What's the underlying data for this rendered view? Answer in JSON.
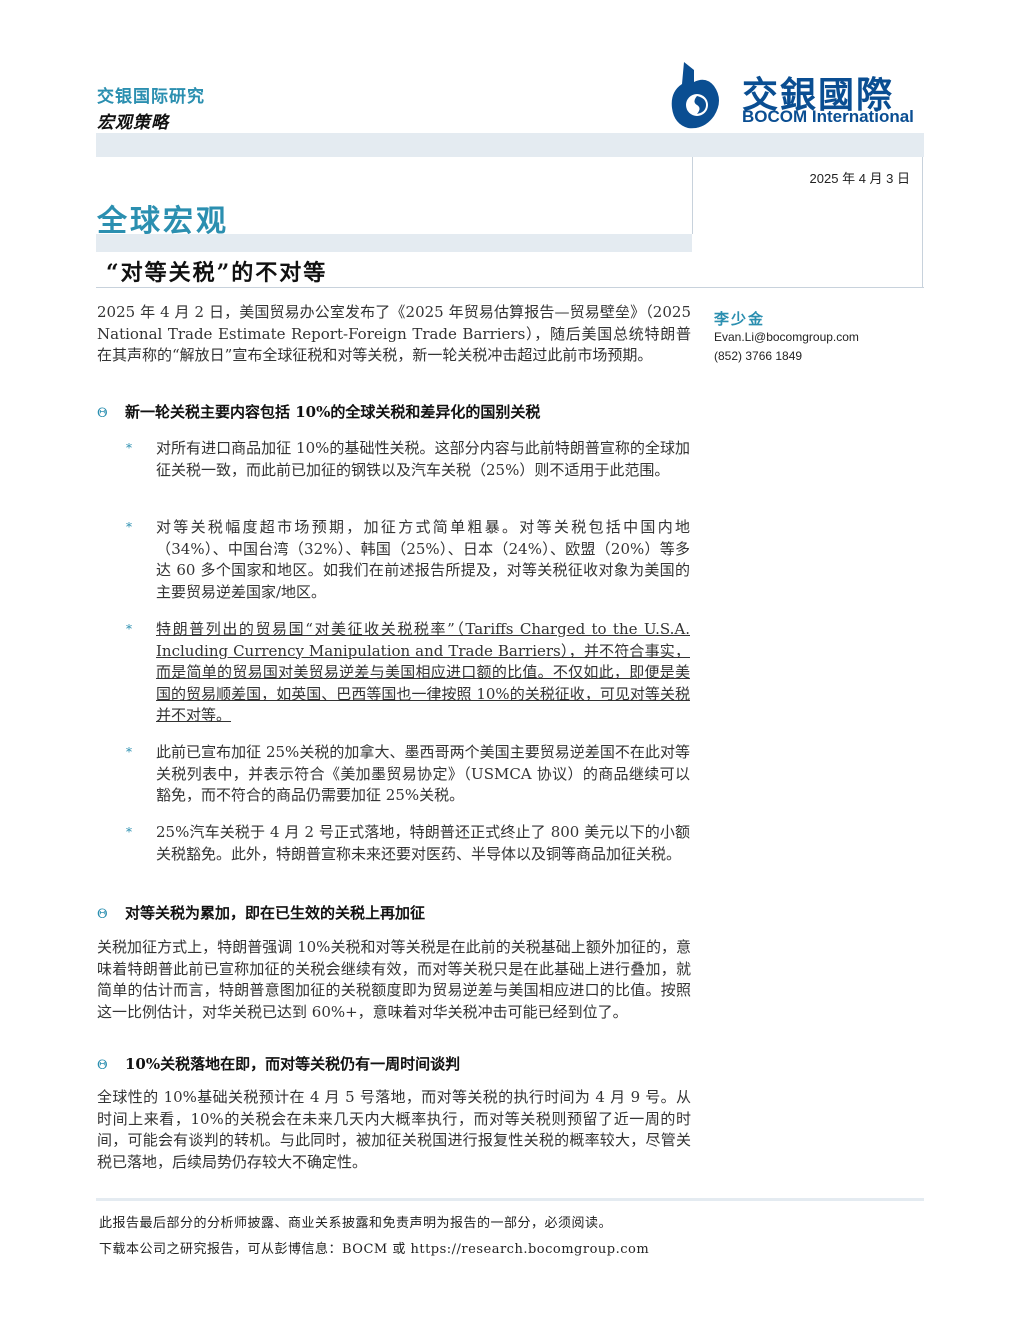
{
  "header": {
    "brand": "交银国际研究",
    "series": "宏观策略",
    "logo_cn": "交銀國際",
    "logo_en": "BOCOM International",
    "date": "2025 年 4 月 3 日",
    "title": "全球宏观",
    "subtitle": "“对等关税”的不对等"
  },
  "author": {
    "name": "李少金",
    "email": "Evan.Li@bocomgroup.com",
    "phone": "(852) 3766 1849"
  },
  "body": {
    "intro": "2025 年 4 月 2 日，美国贸易办公室发布了《2025 年贸易估算报告—贸易壁垒》（2025 National Trade Estimate Report-Foreign Trade Barriers），随后美国总统特朗普在其声称的“解放日”宣布全球征税和对等关税，新一轮关税冲击超过此前市场预期。",
    "section1_heading": "新一轮关税主要内容包括 10%的全球关税和差异化的国别关税",
    "bullets": [
      "对所有进口商品加征 10%的基础性关税。这部分内容与此前特朗普宣称的全球加征关税一致，而此前已加征的钢铁以及汽车关税（25%）则不适用于此范围。",
      "对等关税幅度超市场预期，加征方式简单粗暴。对等关税包括中国内地（34%）、中国台湾（32%）、韩国（25%）、日本（24%）、欧盟（20%）等多达 60 多个国家和地区。如我们在前述报告所提及，对等关税征收对象为美国的主要贸易逆差国家/地区。",
      "特朗普列出的贸易国“对美征收关税税率”（Tariffs Charged to the U.S.A. Including Currency Manipulation and Trade Barriers），并不符合事实，而是简单的贸易国对美贸易逆差与美国相应进口额的比值。不仅如此，即便是美国的贸易顺差国，如英国、巴西等国也一律按照 10%的关税征收，可见对等关税并不对等。",
      "此前已宣布加征 25%关税的加拿大、墨西哥两个美国主要贸易逆差国不在此对等关税列表中，并表示符合《美加墨贸易协定》（USMCA 协议）的商品继续可以豁免，而不符合的商品仍需要加征 25%关税。",
      "25%汽车关税于 4 月 2 号正式落地，特朗普还正式终止了 800 美元以下的小额关税豁免。此外，特朗普宣称未来还要对医药、半导体以及铜等商品加征关税。"
    ],
    "section2_heading": "对等关税为累加，即在已生效的关税上再加征",
    "section2_text": "关税加征方式上，特朗普强调 10%关税和对等关税是在此前的关税基础上额外加征的，意味着特朗普此前已宣称加征的关税会继续有效，而对等关税只是在此基础上进行叠加，就简单的估计而言，特朗普意图加征的关税额度即为贸易逆差与美国相应进口的比值。按照这一比例估计，对华关税已达到 60%+，意味着对华关税冲击可能已经到位了。",
    "section3_heading": "10%关税落地在即，而对等关税仍有一周时间谈判",
    "section3_text": "全球性的 10%基础关税预计在 4 月 5 号落地，而对等关税的执行时间为 4 月 9 号。从时间上来看，10%的关税会在未来几天内大概率执行，而对等关税则预留了近一周的时间，可能会有谈判的转机。与此同时，被加征关税国进行报复性关税的概率较大，尽管关税已落地，后续局势仍存较大不确定性。",
    "section_marker": "Θ",
    "bullet_marker": "*"
  },
  "footer": {
    "disclaimer": "此报告最后部分的分析师披露、商业关系披露和免责声明为报告的一部分，必须阅读。",
    "download": "下载本公司之研究报告，可从彭博信息：BOCM 或 https://research.bocomgroup.com"
  },
  "colors": {
    "accent": "#2b8fb0",
    "logo_blue": "#0a4e92",
    "band": "#e4ebf1"
  }
}
